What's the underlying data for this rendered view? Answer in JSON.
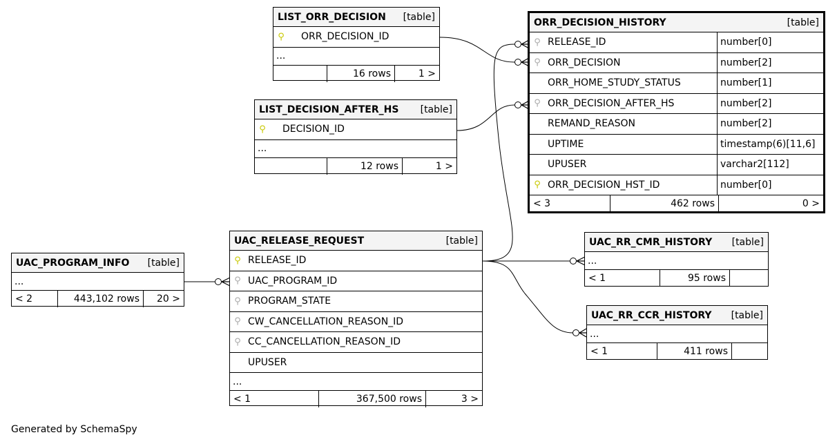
{
  "footer": "Generated by SchemaSpy",
  "tables": {
    "list_orr_decision": {
      "name": "LIST_ORR_DECISION",
      "tag": "[table]",
      "columns": [
        {
          "name": "ORR_DECISION_ID",
          "key": "pk"
        }
      ],
      "ellipsis": "...",
      "footer": {
        "left": "",
        "middle": "16 rows",
        "right": "1 >"
      }
    },
    "list_decision_after_hs": {
      "name": "LIST_DECISION_AFTER_HS",
      "tag": "[table]",
      "columns": [
        {
          "name": "DECISION_ID",
          "key": "pk"
        }
      ],
      "ellipsis": "...",
      "footer": {
        "left": "",
        "middle": "12 rows",
        "right": "1 >"
      }
    },
    "orr_decision_history": {
      "name": "ORR_DECISION_HISTORY",
      "tag": "[table]",
      "columns": [
        {
          "name": "RELEASE_ID",
          "type": "number[0]",
          "key": "fk"
        },
        {
          "name": "ORR_DECISION",
          "type": "number[2]",
          "key": "fk"
        },
        {
          "name": "ORR_HOME_STUDY_STATUS",
          "type": "number[1]",
          "key": ""
        },
        {
          "name": "ORR_DECISION_AFTER_HS",
          "type": "number[2]",
          "key": "fk"
        },
        {
          "name": "REMAND_REASON",
          "type": "number[2]",
          "key": ""
        },
        {
          "name": "UPTIME",
          "type": "timestamp(6)[11,6]",
          "key": ""
        },
        {
          "name": "UPUSER",
          "type": "varchar2[112]",
          "key": ""
        },
        {
          "name": "ORR_DECISION_HST_ID",
          "type": "number[0]",
          "key": "pk"
        }
      ],
      "footer": {
        "left": "< 3",
        "middle": "462 rows",
        "right": "0 >"
      }
    },
    "uac_program_info": {
      "name": "UAC_PROGRAM_INFO",
      "tag": "[table]",
      "ellipsis": "...",
      "footer": {
        "left": "< 2",
        "middle": "443,102 rows",
        "right": "20 >"
      }
    },
    "uac_release_request": {
      "name": "UAC_RELEASE_REQUEST",
      "tag": "[table]",
      "columns": [
        {
          "name": "RELEASE_ID",
          "key": "pk"
        },
        {
          "name": "UAC_PROGRAM_ID",
          "key": "fk"
        },
        {
          "name": "PROGRAM_STATE",
          "key": "fk"
        },
        {
          "name": "CW_CANCELLATION_REASON_ID",
          "key": "fk"
        },
        {
          "name": "CC_CANCELLATION_REASON_ID",
          "key": "fk"
        },
        {
          "name": "UPUSER",
          "key": ""
        }
      ],
      "ellipsis": "...",
      "footer": {
        "left": "< 1",
        "middle": "367,500 rows",
        "right": "3 >"
      }
    },
    "uac_rr_cmr_history": {
      "name": "UAC_RR_CMR_HISTORY",
      "tag": "[table]",
      "ellipsis": "...",
      "footer": {
        "left": "< 1",
        "middle": "95 rows",
        "right": ""
      }
    },
    "uac_rr_ccr_history": {
      "name": "UAC_RR_CCR_HISTORY",
      "tag": "[table]",
      "ellipsis": "...",
      "footer": {
        "left": "< 1",
        "middle": "411 rows",
        "right": ""
      }
    }
  }
}
